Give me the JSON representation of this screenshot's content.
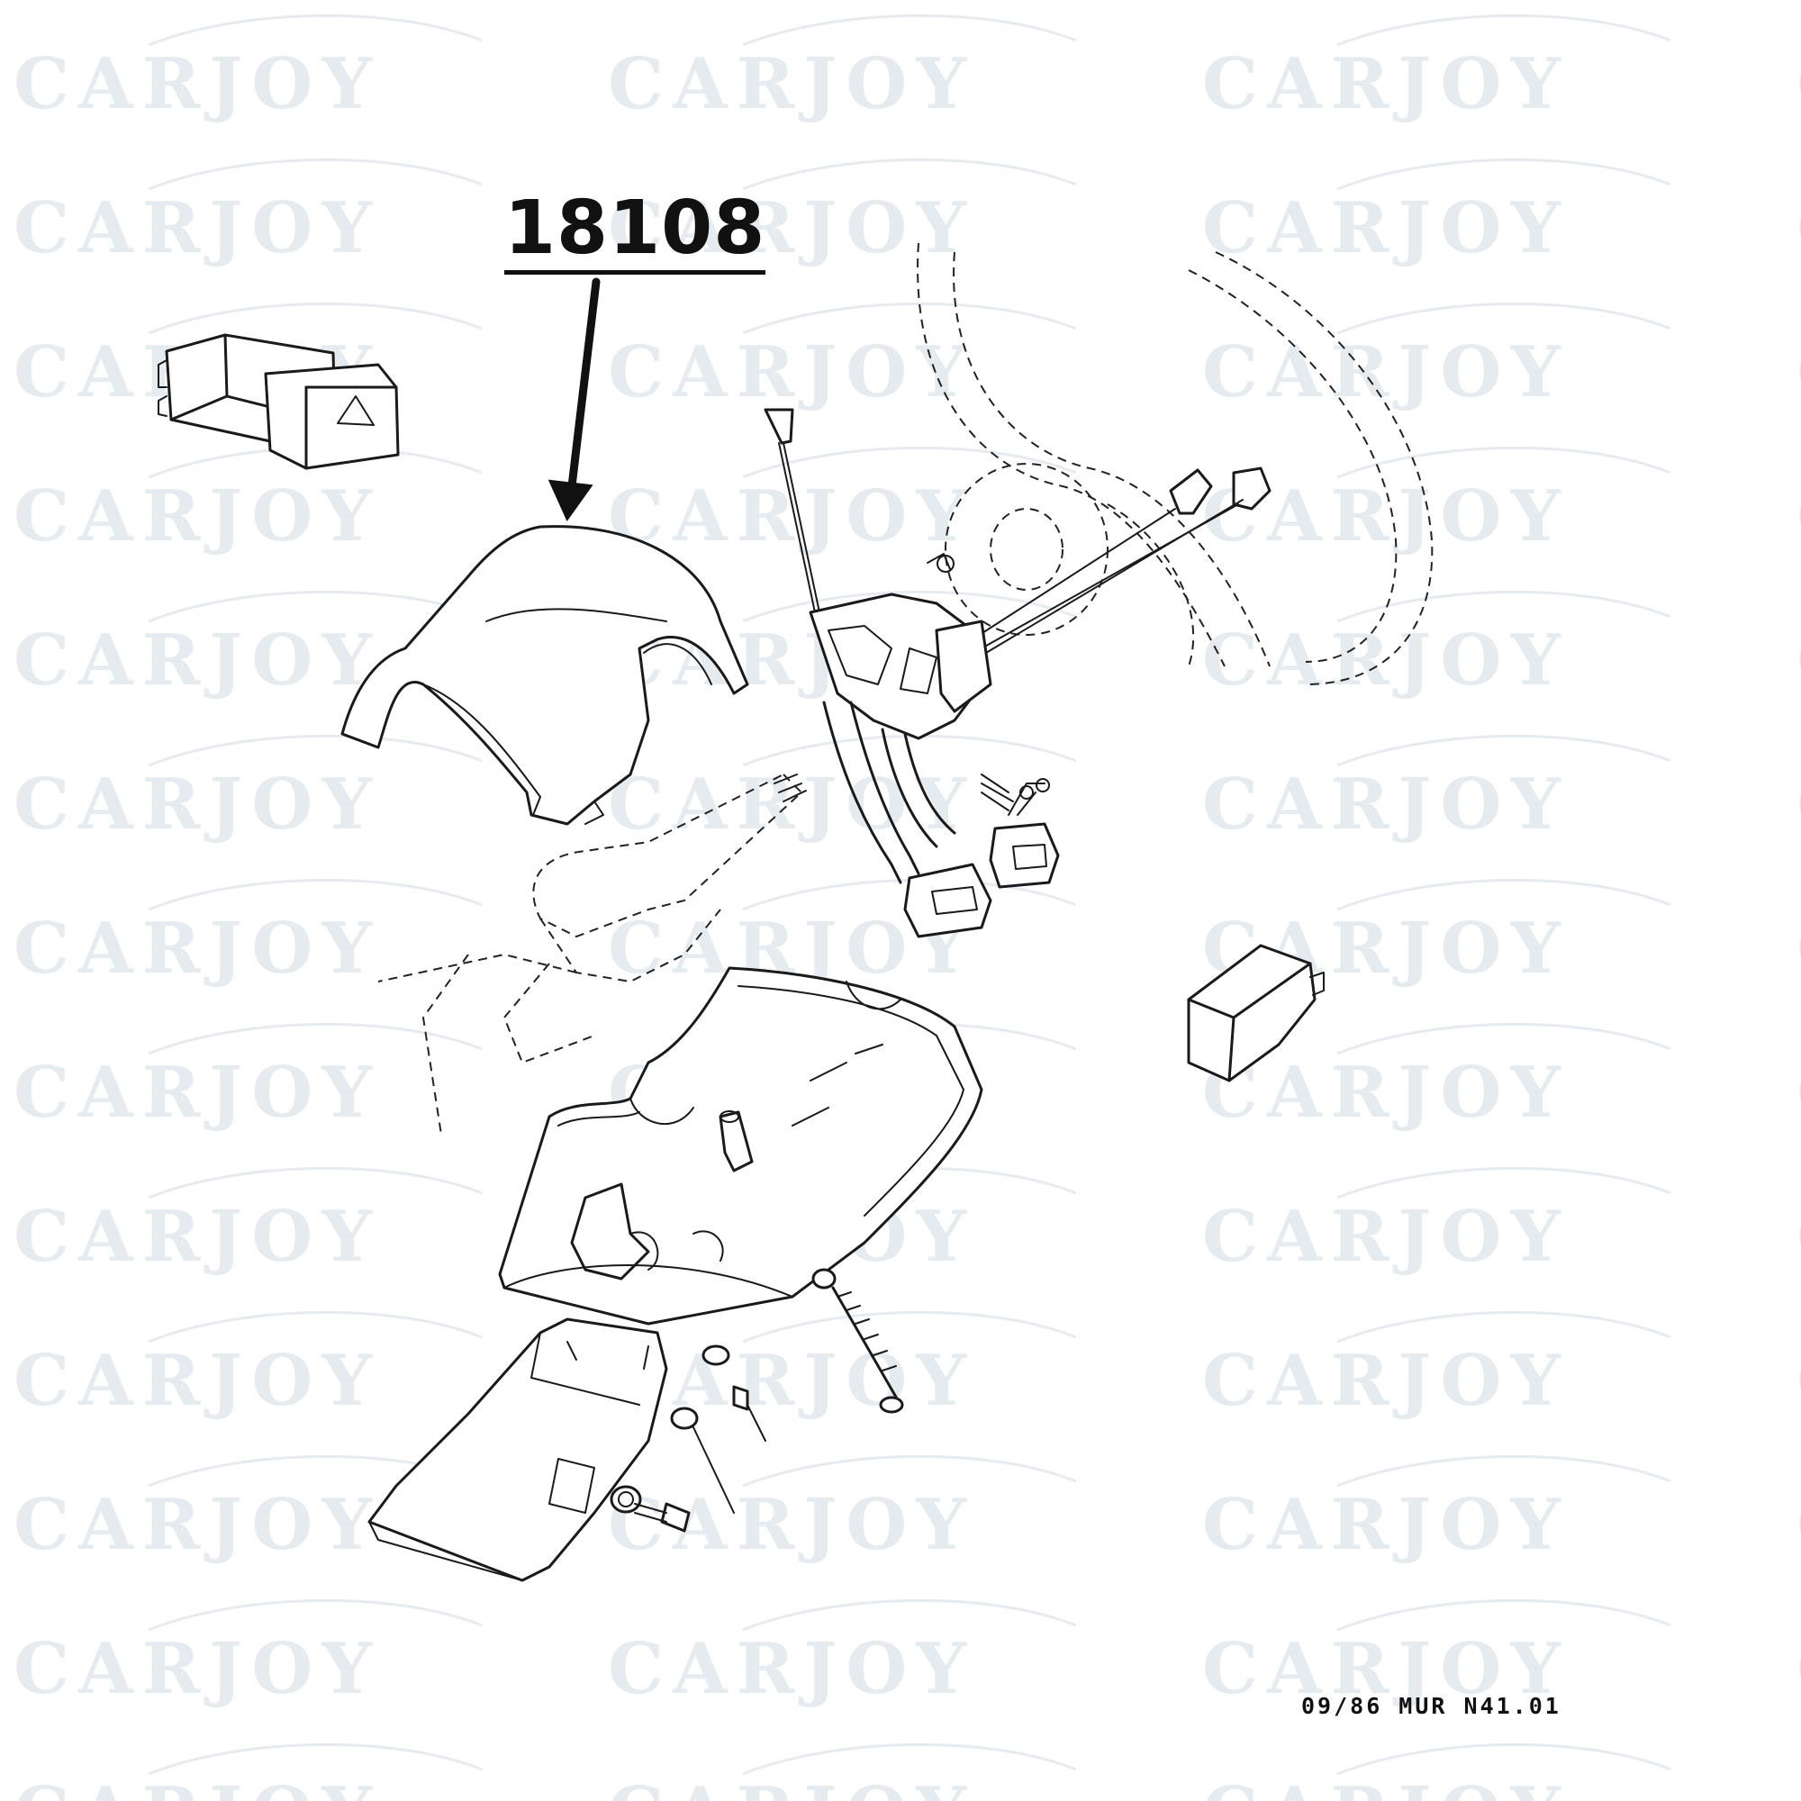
{
  "callout": {
    "part_number": "18108"
  },
  "footer": {
    "reference_code": "09/86  MUR  N41.01"
  },
  "watermark": {
    "text": "CARJOY",
    "color": "#e6ebf0"
  }
}
